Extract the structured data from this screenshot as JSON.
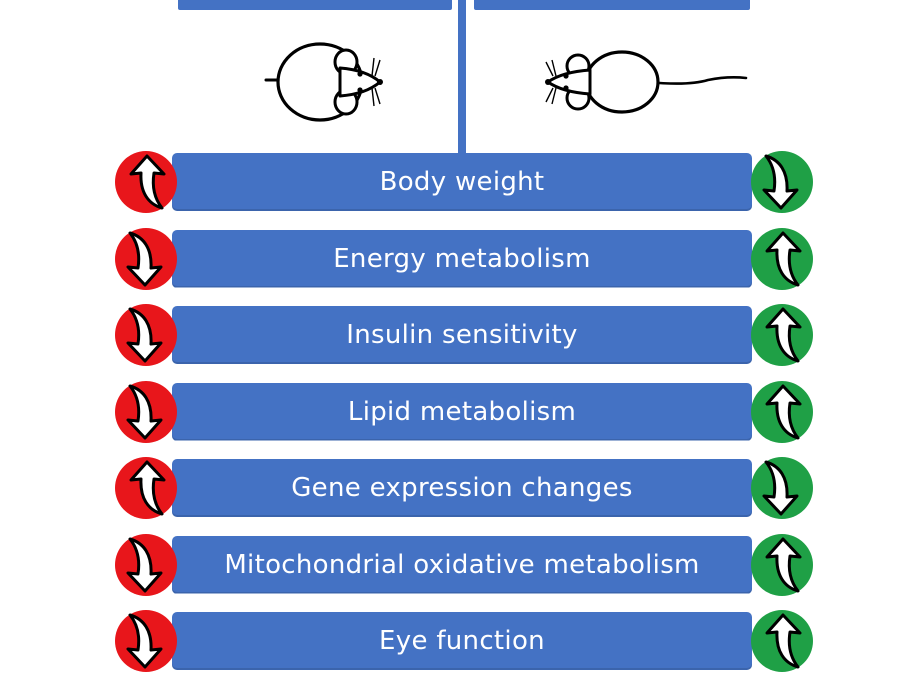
{
  "colors": {
    "bar": "#4472C4",
    "increase_left": "#E8161B",
    "decrease_right": "#1FA046",
    "arrow_fill": "#ffffff",
    "arrow_outline": "#000000"
  },
  "icons": {
    "left_animal": "mouse-icon",
    "right_animal": "mouse-icon",
    "arrow_up": "arrow-up-icon",
    "arrow_down": "arrow-down-icon"
  },
  "rows": [
    {
      "label": "Body weight",
      "left_direction": "up",
      "right_direction": "down"
    },
    {
      "label": "Energy metabolism",
      "left_direction": "down",
      "right_direction": "up"
    },
    {
      "label": "Insulin sensitivity",
      "left_direction": "down",
      "right_direction": "up"
    },
    {
      "label": "Lipid metabolism",
      "left_direction": "down",
      "right_direction": "up"
    },
    {
      "label": "Gene expression changes",
      "left_direction": "up",
      "right_direction": "down"
    },
    {
      "label": "Mitochondrial oxidative metabolism",
      "left_direction": "down",
      "right_direction": "up"
    },
    {
      "label": "Eye function",
      "left_direction": "down",
      "right_direction": "up"
    }
  ]
}
